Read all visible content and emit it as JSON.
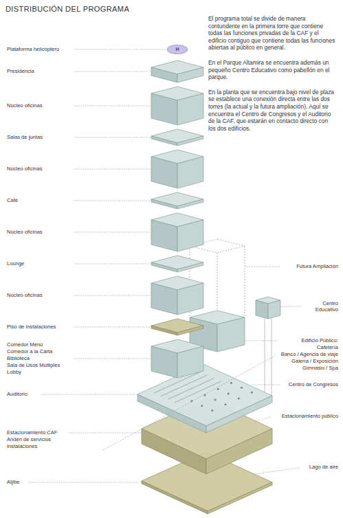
{
  "diagram": {
    "title": "DISTRIBUCIÓN DEL PROGRAMA",
    "labels": [
      "H",
      "Plataforma helicóptero",
      "Presidencia",
      "Núcleo oficinas",
      "Salas de juntas",
      "Núcleo oficinas",
      "Café",
      "Núcleo oficinas",
      "Lounge",
      "Núcleo oficinas",
      "Piso de instalaciones",
      "Comedor Menú",
      "Comedor a la Carta",
      "Biblioteca",
      "Sala de Usos Múltiples",
      "Lobby",
      "Auditorio",
      "Estacionamiento CAF",
      "Andén de servicios",
      "Instalaciones",
      "Aljibe",
      "El programa total se divide de manera contundente en la primera torre que contiene todas las funciones privadas de la CAF y el edificio contiguo que contiene todas las funciones abiertas al público en general.",
      "En el Parque Altamira se encuentra además un pequeño Centro Educativo como pabellón en el parque.",
      "En la planta que se encuentra bajo nivel de plaza se establece una conexión directa entre las dos torres (la actual y la futura ampliación). Aquí se encuentra el Centro de Congresos y el Auditorio de la CAF, que estarán en contacto directo con los dos edificios.",
      "Futura Ampliación",
      "Centro Educativo",
      "Edificio Público:",
      "Cafetería",
      "Banco / Agencia de viaje",
      "Galería / Exposición",
      "Gimnasio / Spa",
      "Centro de Congresos",
      "Estacionamiento público",
      "Lago de aire"
    ]
  }
}
